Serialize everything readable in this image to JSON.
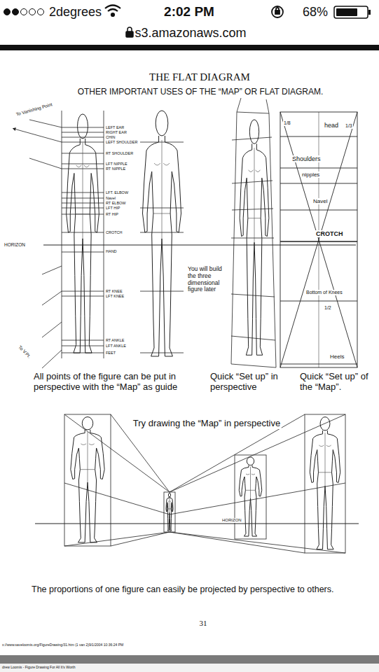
{
  "diagram": {
    "title": "THE FLAT DIAGRAM",
    "caption": "The proportions of one figure can easily be projected by perspective to others.",
    "labels": [
      "2degrees",
      "2:02 PM",
      "68%",
      "s3.amazonaws.com",
      "OTHER IMPORTANT USES OF THE “MAP” OR FLAT DIAGRAM.",
      "To Vanishing Point",
      "LEFT EAR",
      "RIGHT EAR",
      "CHIN",
      "LEFT SHOULDER",
      "RT SHOULDER",
      "LFT NIPPLE",
      "RT NIPPLE",
      "LFT. ELBOW",
      "Navel",
      "RT ELBOW",
      "LFT HIP",
      "RT HIP",
      "CROTCH",
      "HORIZON",
      "HAND",
      "You will build the three dimensional figure later",
      "RT KNEE",
      "LFT KNEE",
      "To V.Pt.",
      "RT ANKLE",
      "LFT ANKLE",
      "FEET",
      "1/8",
      "head",
      "1/3",
      "Shoulders",
      "nipples",
      "Navel",
      "CROTCH",
      "Bottom of Knees",
      "1/2",
      "Heels",
      "All points of the figure can be put in perspective with the “Map” as guide",
      "Quick “Set up” in perspective",
      "Quick “Set up” of the “Map”.",
      "Try drawing the “Map” in perspective",
      "HORIZON",
      "31",
      "x://www.saveloomis.org/FigureDrawing/31.htm (1 van 2)9/1/2004 10:36:24 PM",
      "drew Loomis - Figure Drawing For All It's Worth"
    ]
  }
}
